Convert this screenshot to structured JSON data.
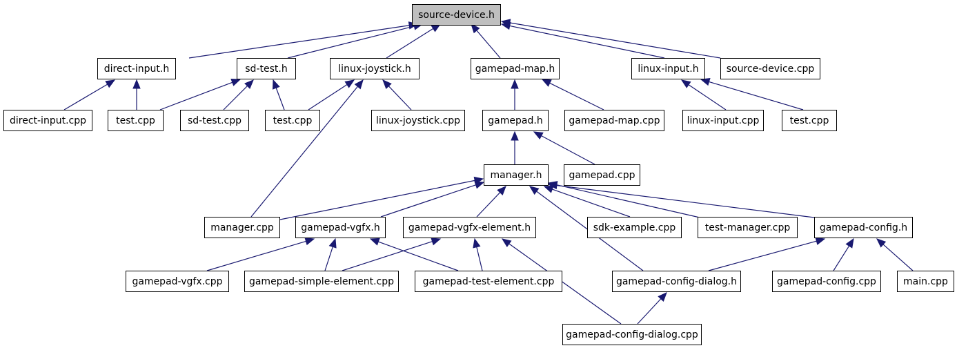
{
  "graph": {
    "edge_color": "#191970",
    "root_fill": "#bfbfbf",
    "nodes": [
      {
        "id": "source_device_h",
        "label": "source-device.h",
        "root": true
      },
      {
        "id": "direct_input_h",
        "label": "direct-input.h"
      },
      {
        "id": "sd_test_h",
        "label": "sd-test.h"
      },
      {
        "id": "linux_joystick_h",
        "label": "linux-joystick.h"
      },
      {
        "id": "gamepad_map_h",
        "label": "gamepad-map.h"
      },
      {
        "id": "linux_input_h",
        "label": "linux-input.h"
      },
      {
        "id": "source_device_cpp",
        "label": "source-device.cpp"
      },
      {
        "id": "direct_input_cpp",
        "label": "direct-input.cpp"
      },
      {
        "id": "test_cpp_1",
        "label": "test.cpp"
      },
      {
        "id": "sd_test_cpp",
        "label": "sd-test.cpp"
      },
      {
        "id": "test_cpp_2",
        "label": "test.cpp"
      },
      {
        "id": "linux_joystick_cpp",
        "label": "linux-joystick.cpp"
      },
      {
        "id": "gamepad_h",
        "label": "gamepad.h"
      },
      {
        "id": "gamepad_map_cpp",
        "label": "gamepad-map.cpp"
      },
      {
        "id": "linux_input_cpp",
        "label": "linux-input.cpp"
      },
      {
        "id": "test_cpp_3",
        "label": "test.cpp"
      },
      {
        "id": "manager_h",
        "label": "manager.h"
      },
      {
        "id": "gamepad_cpp",
        "label": "gamepad.cpp"
      },
      {
        "id": "manager_cpp",
        "label": "manager.cpp"
      },
      {
        "id": "gamepad_vgfx_h",
        "label": "gamepad-vgfx.h"
      },
      {
        "id": "gamepad_vgfx_element_h",
        "label": "gamepad-vgfx-element.h"
      },
      {
        "id": "sdk_example_cpp",
        "label": "sdk-example.cpp"
      },
      {
        "id": "test_manager_cpp",
        "label": "test-manager.cpp"
      },
      {
        "id": "gamepad_config_h",
        "label": "gamepad-config.h"
      },
      {
        "id": "gamepad_vgfx_cpp",
        "label": "gamepad-vgfx.cpp"
      },
      {
        "id": "gamepad_simple_element_cpp",
        "label": "gamepad-simple-element.cpp"
      },
      {
        "id": "gamepad_test_element_cpp",
        "label": "gamepad-test-element.cpp"
      },
      {
        "id": "gamepad_config_dialog_h",
        "label": "gamepad-config-dialog.h"
      },
      {
        "id": "gamepad_config_cpp",
        "label": "gamepad-config.cpp"
      },
      {
        "id": "main_cpp",
        "label": "main.cpp"
      },
      {
        "id": "gamepad_config_dialog_cpp",
        "label": "gamepad-config-dialog.cpp"
      }
    ],
    "edges": [
      {
        "from": "direct_input_h",
        "to": "source_device_h"
      },
      {
        "from": "sd_test_h",
        "to": "source_device_h"
      },
      {
        "from": "linux_joystick_h",
        "to": "source_device_h"
      },
      {
        "from": "gamepad_map_h",
        "to": "source_device_h"
      },
      {
        "from": "linux_input_h",
        "to": "source_device_h"
      },
      {
        "from": "source_device_cpp",
        "to": "source_device_h"
      },
      {
        "from": "direct_input_cpp",
        "to": "direct_input_h"
      },
      {
        "from": "test_cpp_1",
        "to": "direct_input_h"
      },
      {
        "from": "test_cpp_1",
        "to": "sd_test_h"
      },
      {
        "from": "sd_test_cpp",
        "to": "sd_test_h"
      },
      {
        "from": "test_cpp_2",
        "to": "sd_test_h"
      },
      {
        "from": "test_cpp_2",
        "to": "linux_joystick_h"
      },
      {
        "from": "linux_joystick_cpp",
        "to": "linux_joystick_h"
      },
      {
        "from": "manager_cpp",
        "to": "linux_joystick_h"
      },
      {
        "from": "gamepad_h",
        "to": "gamepad_map_h"
      },
      {
        "from": "gamepad_map_cpp",
        "to": "gamepad_map_h"
      },
      {
        "from": "linux_input_cpp",
        "to": "linux_input_h"
      },
      {
        "from": "test_cpp_3",
        "to": "linux_input_h"
      },
      {
        "from": "manager_h",
        "to": "gamepad_h"
      },
      {
        "from": "gamepad_cpp",
        "to": "gamepad_h"
      },
      {
        "from": "manager_cpp",
        "to": "manager_h"
      },
      {
        "from": "gamepad_vgfx_h",
        "to": "manager_h"
      },
      {
        "from": "gamepad_vgfx_element_h",
        "to": "manager_h"
      },
      {
        "from": "sdk_example_cpp",
        "to": "manager_h"
      },
      {
        "from": "test_manager_cpp",
        "to": "manager_h"
      },
      {
        "from": "gamepad_config_h",
        "to": "manager_h"
      },
      {
        "from": "gamepad_config_dialog_h",
        "to": "manager_h"
      },
      {
        "from": "gamepad_vgfx_cpp",
        "to": "gamepad_vgfx_h"
      },
      {
        "from": "gamepad_simple_element_cpp",
        "to": "gamepad_vgfx_h"
      },
      {
        "from": "gamepad_test_element_cpp",
        "to": "gamepad_vgfx_h"
      },
      {
        "from": "gamepad_simple_element_cpp",
        "to": "gamepad_vgfx_element_h"
      },
      {
        "from": "gamepad_test_element_cpp",
        "to": "gamepad_vgfx_element_h"
      },
      {
        "from": "gamepad_config_dialog_cpp",
        "to": "gamepad_vgfx_element_h"
      },
      {
        "from": "gamepad_config_dialog_h",
        "to": "gamepad_config_h"
      },
      {
        "from": "gamepad_config_cpp",
        "to": "gamepad_config_h"
      },
      {
        "from": "main_cpp",
        "to": "gamepad_config_h"
      },
      {
        "from": "gamepad_config_dialog_cpp",
        "to": "gamepad_config_dialog_h"
      }
    ]
  }
}
